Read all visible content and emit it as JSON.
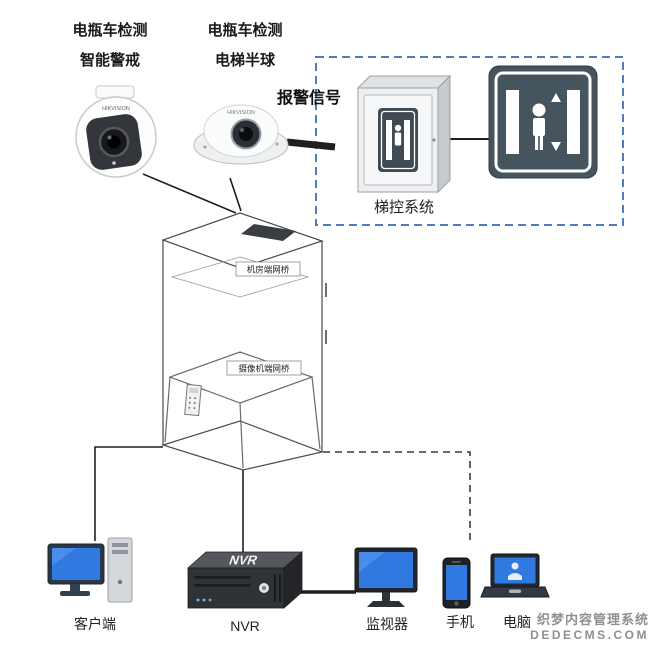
{
  "header": {
    "camera1": {
      "line1": "电瓶车检测",
      "line2": "智能警戒"
    },
    "camera2": {
      "line1": "电瓶车检测",
      "line2": "电梯半球"
    },
    "alarm_signal": "报警信号",
    "brand": "HIKVISION"
  },
  "control_box": {
    "label": "梯控系统"
  },
  "elevator": {
    "bridge_top": "机房端网桥",
    "bridge_car": "摄像机端网桥"
  },
  "devices": {
    "client": "客户端",
    "nvr_label": "NVR",
    "nvr_device_text": "NVR",
    "monitor": "监视器",
    "phone": "手机",
    "pc": "电脑"
  },
  "watermark": {
    "line1": "织梦内容管理系统",
    "line2": "DEDECMS.COM"
  },
  "colors": {
    "dashed_box_blue": "#4b7cc0",
    "screen_blue": "#2f79e0",
    "sign_dark": "#46545e",
    "line_black": "#1f1f1f"
  }
}
